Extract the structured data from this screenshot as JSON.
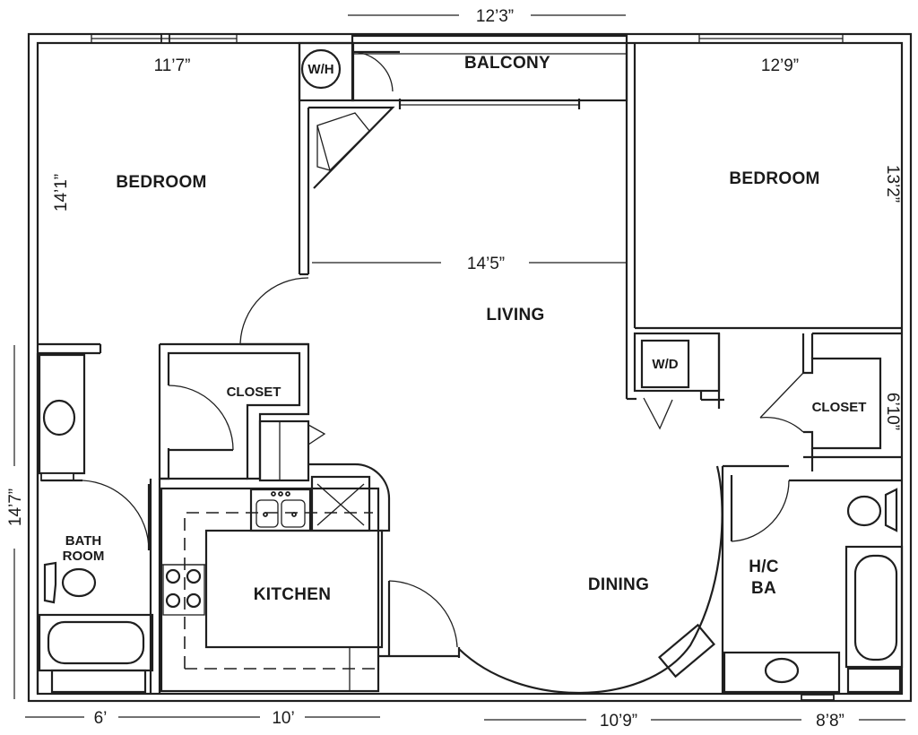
{
  "rooms": {
    "balcony": "BALCONY",
    "water_heater": "W/H",
    "bedroom_left": "BEDROOM",
    "bedroom_right": "BEDROOM",
    "living": "LIVING",
    "closet_left": "CLOSET",
    "closet_right": "CLOSET",
    "washer_dryer": "W/D",
    "bath_line1": "BATH",
    "bath_line2": "ROOM",
    "kitchen": "KITCHEN",
    "dining": "DINING",
    "hc_line1": "H/C",
    "hc_line2": "BA"
  },
  "dimensions": {
    "top_overall": "12’3”",
    "bedroom_left_width": "11’7”",
    "bedroom_left_depth": "14’1”",
    "bedroom_right_width": "12’9”",
    "bedroom_right_depth": "13’2”",
    "living_width": "14’5”",
    "closet_right_depth": "6’10”",
    "overall_depth": "14’7”",
    "bottom_left": "6’",
    "bottom_kitchen": "10’",
    "bottom_dining": "10’9”",
    "bottom_bath": "8’8”"
  }
}
